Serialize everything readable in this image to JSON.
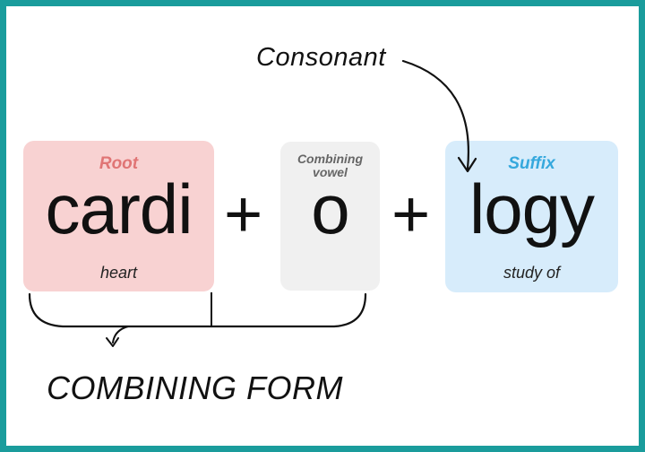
{
  "labels": {
    "consonant": "Consonant",
    "combining_form": "COMBINING FORM",
    "plus": "+"
  },
  "parts": {
    "root": {
      "tag": "Root",
      "word": "cardi",
      "meaning": "heart"
    },
    "vowel": {
      "tag_line1": "Combining",
      "tag_line2": "vowel",
      "word": "o"
    },
    "suffix": {
      "tag": "Suffix",
      "word": "logy",
      "meaning": "study of"
    }
  },
  "colors": {
    "frame": "#1a9c9c",
    "root_box": "#f8d2d2",
    "root_tag": "#e07575",
    "vowel_box": "#f0f0f0",
    "suffix_box": "#d7ecfb",
    "suffix_tag": "#35a8dd"
  }
}
